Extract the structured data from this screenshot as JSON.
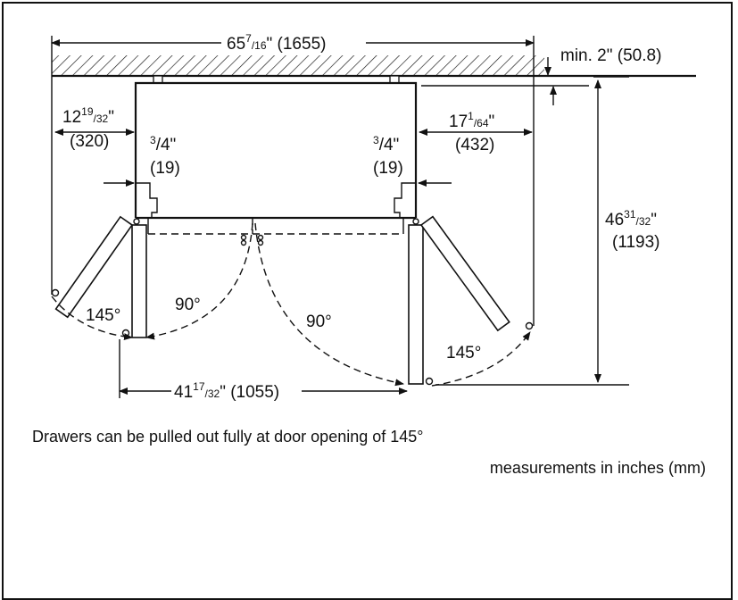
{
  "diagram": {
    "width_dim": {
      "main": "65",
      "sup": "7",
      "sub": "/16",
      "rest": "\" (1655)"
    },
    "clearance": "min. 2\" (50.8)",
    "left_side": {
      "main": "12",
      "sup": "19",
      "sub": "/32",
      "quote": "\"",
      "mm": "(320)"
    },
    "right_side": {
      "main": "17",
      "sup": "1",
      "sub": "/64",
      "quote": "\"",
      "mm": "(432)"
    },
    "left_gap": {
      "sup": "3",
      "sub": "/4",
      "quote": "\"",
      "mm": "(19)"
    },
    "right_gap": {
      "sup": "3",
      "sub": "/4",
      "quote": "\"",
      "mm": "(19)"
    },
    "depth_dim": {
      "main": "46",
      "sup": "31",
      "sub": "/32",
      "quote": "\"",
      "mm": "(1193)"
    },
    "angles": {
      "left_145": "145°",
      "left_90": "90°",
      "right_90": "90°",
      "right_145": "145°"
    },
    "span_dim": {
      "main": "41",
      "sup": "17",
      "sub": "/32",
      "rest": "\" (1055)"
    },
    "note": "Drawers can be pulled out fully at door opening of 145°",
    "units_note": "measurements in inches (mm)"
  }
}
